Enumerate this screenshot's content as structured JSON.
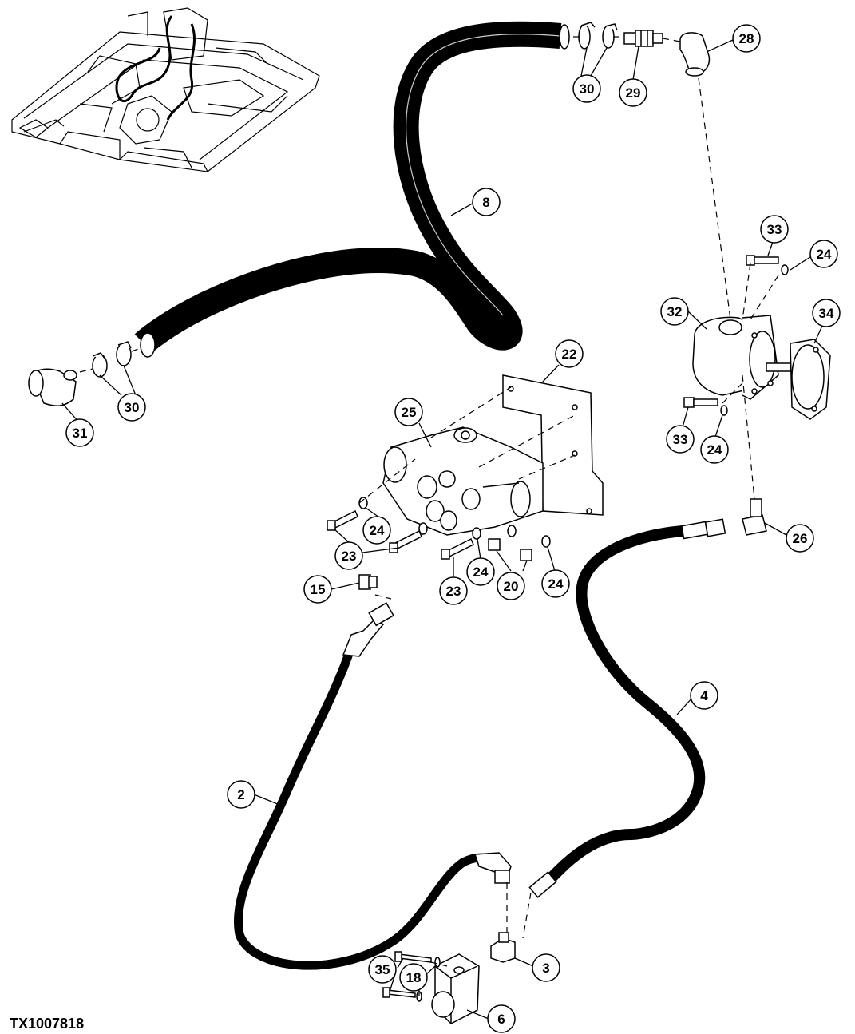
{
  "figure_id": "TX1007818",
  "callouts": [
    {
      "id": "c28",
      "label": "28"
    },
    {
      "id": "c30a",
      "label": "30"
    },
    {
      "id": "c29",
      "label": "29"
    },
    {
      "id": "c8",
      "label": "8"
    },
    {
      "id": "c33a",
      "label": "33"
    },
    {
      "id": "c24a",
      "label": "24"
    },
    {
      "id": "c32",
      "label": "32"
    },
    {
      "id": "c34",
      "label": "34"
    },
    {
      "id": "c22",
      "label": "22"
    },
    {
      "id": "c25",
      "label": "25"
    },
    {
      "id": "c30b",
      "label": "30"
    },
    {
      "id": "c31",
      "label": "31"
    },
    {
      "id": "c33b",
      "label": "33"
    },
    {
      "id": "c24b",
      "label": "24"
    },
    {
      "id": "c24c",
      "label": "24"
    },
    {
      "id": "c23a",
      "label": "23"
    },
    {
      "id": "c24d",
      "label": "24"
    },
    {
      "id": "c20",
      "label": "20"
    },
    {
      "id": "c24e",
      "label": "24"
    },
    {
      "id": "c23b",
      "label": "23"
    },
    {
      "id": "c26",
      "label": "26"
    },
    {
      "id": "c15",
      "label": "15"
    },
    {
      "id": "c4",
      "label": "4"
    },
    {
      "id": "c2",
      "label": "2"
    },
    {
      "id": "c3",
      "label": "3"
    },
    {
      "id": "c35",
      "label": "35"
    },
    {
      "id": "c18",
      "label": "18"
    },
    {
      "id": "c6",
      "label": "6"
    }
  ]
}
